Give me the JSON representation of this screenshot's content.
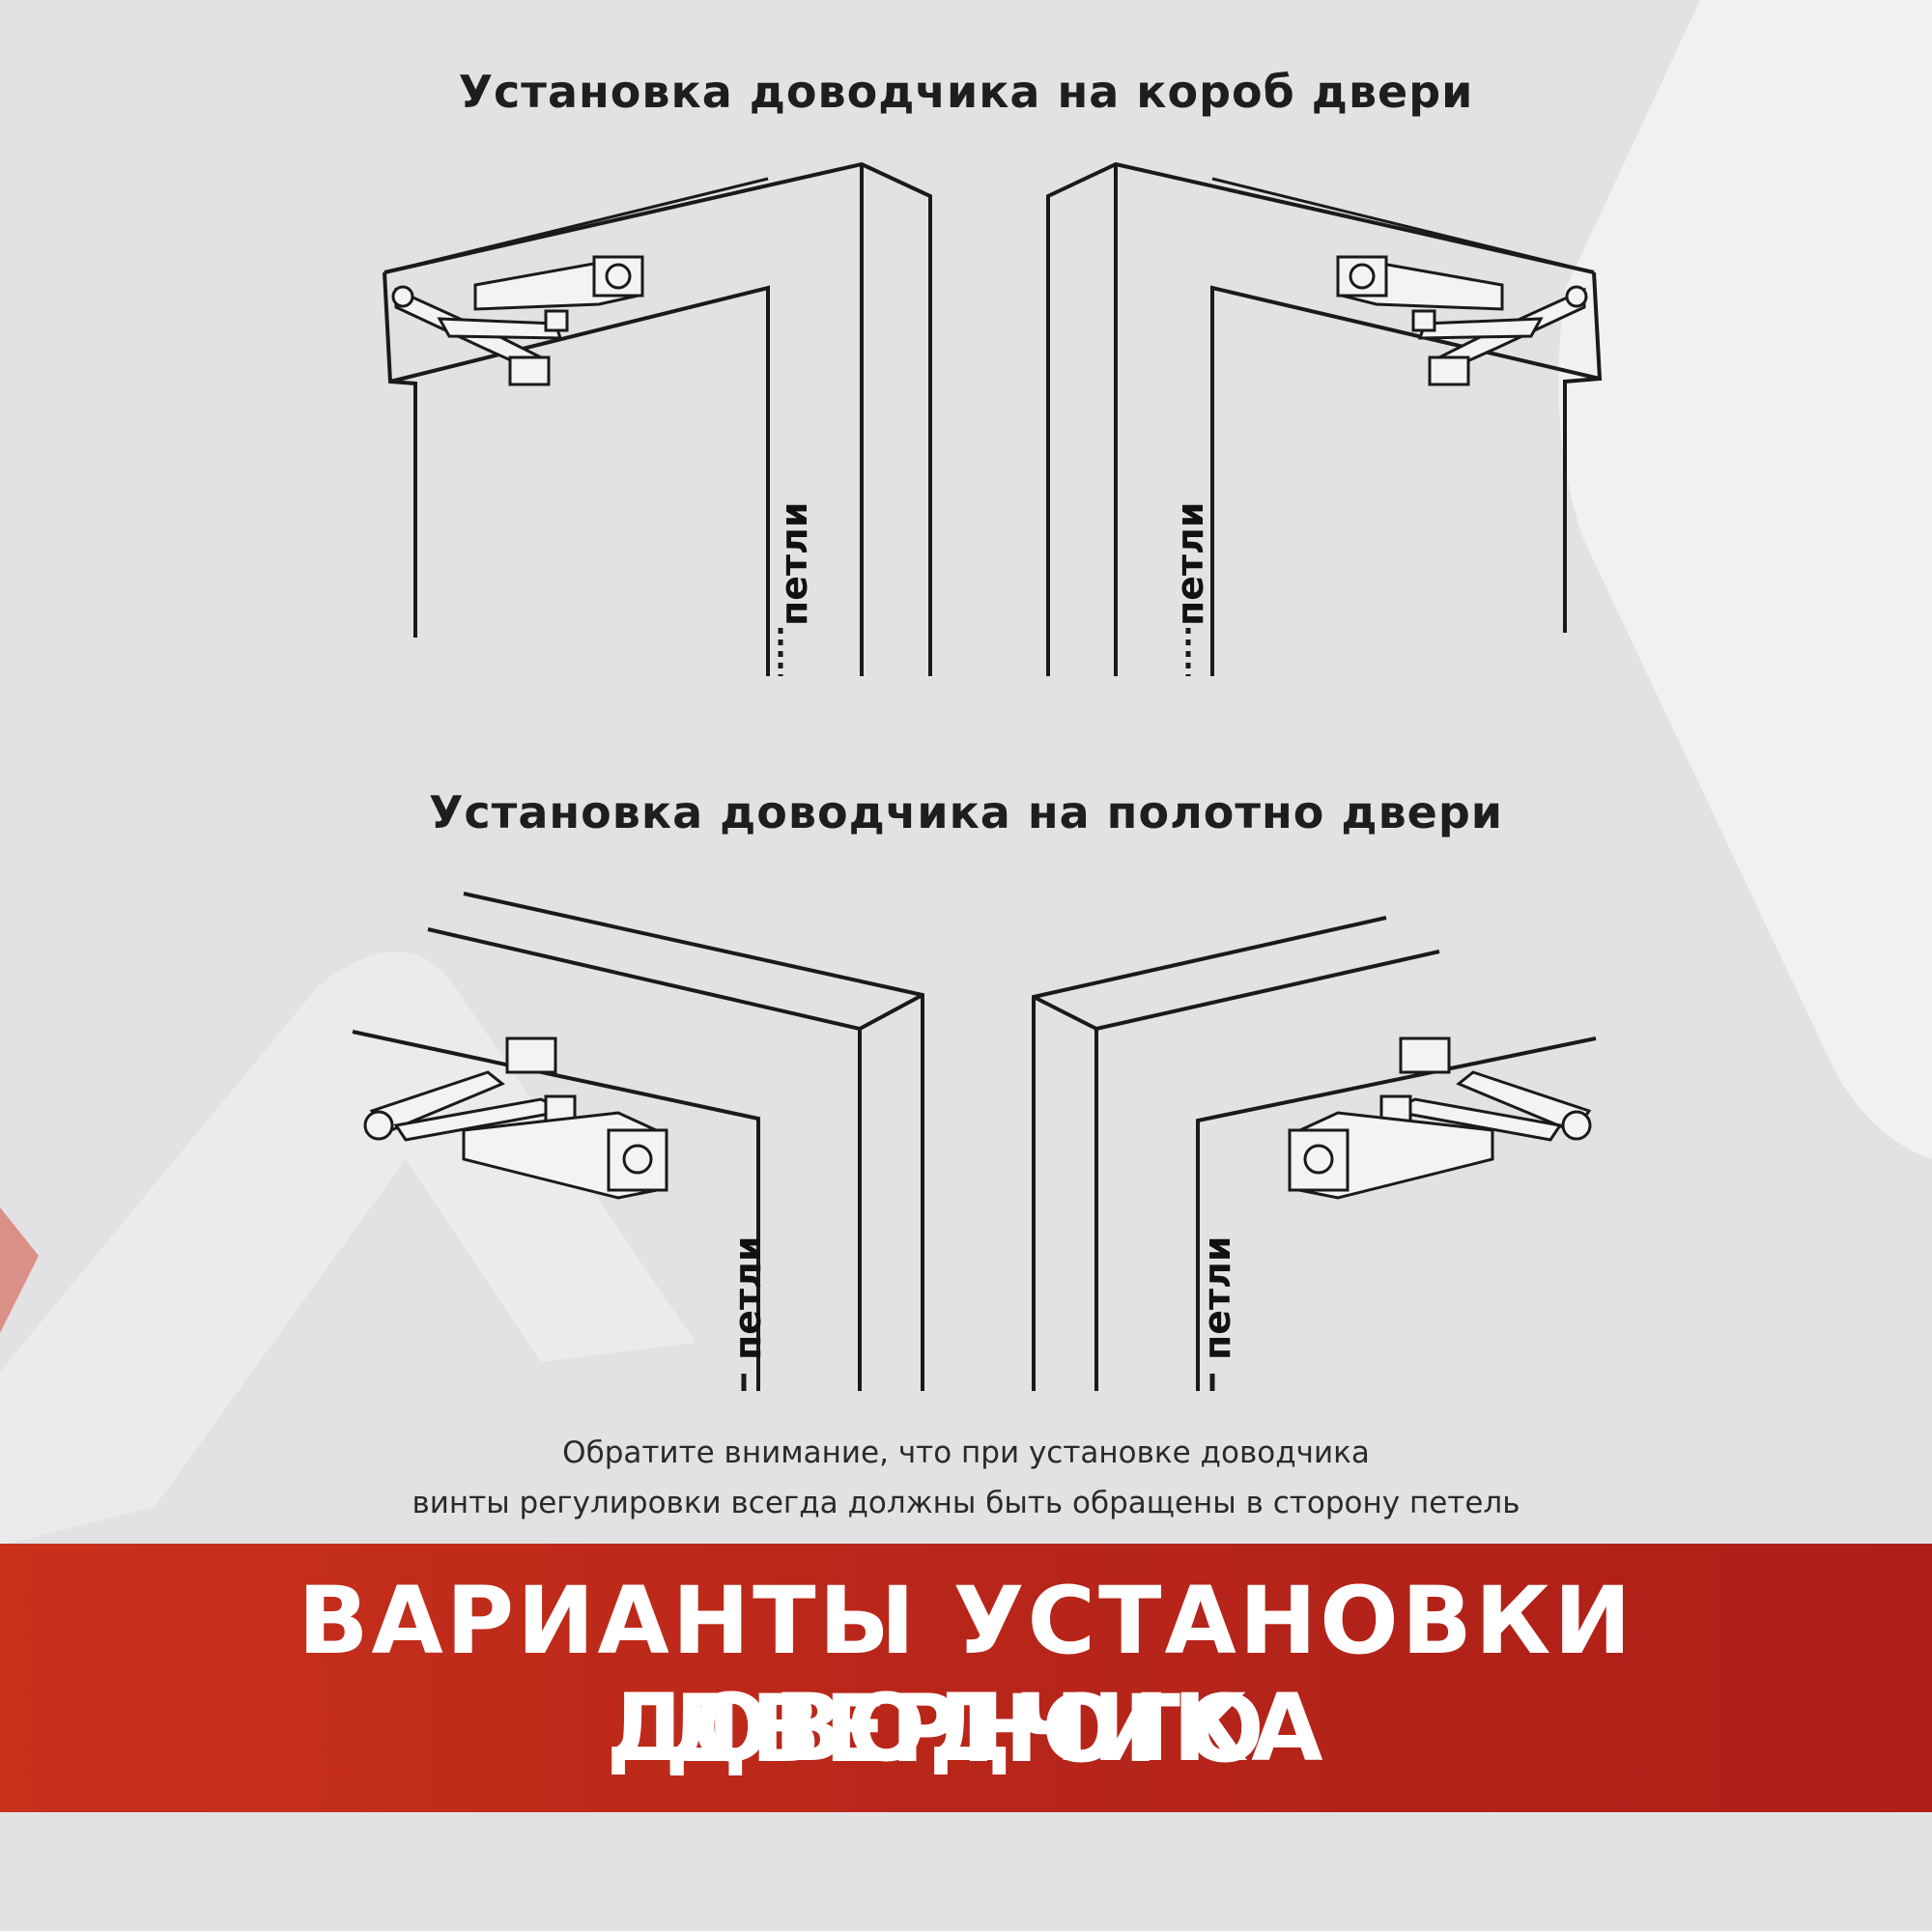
{
  "headings": {
    "frame_mount": "Установка доводчика на короб двери",
    "leaf_mount": "Установка доводчика на полотно двери"
  },
  "diagram_labels": {
    "hinges": "петли"
  },
  "note": {
    "line1": "Обратите внимание, что при установке доводчика",
    "line2": "винты регулировки всегда должны быть обращены в сторону петель"
  },
  "banner": {
    "line1": "ВАРИАНТЫ УСТАНОВКИ ДВЕРНОГО",
    "line2": "ДОВОДЧИКА"
  },
  "colors": {
    "background": "#e2e2e4",
    "banner": "#b8261a",
    "banner_text": "#ffffff",
    "line_art": "#1a1a1a"
  }
}
